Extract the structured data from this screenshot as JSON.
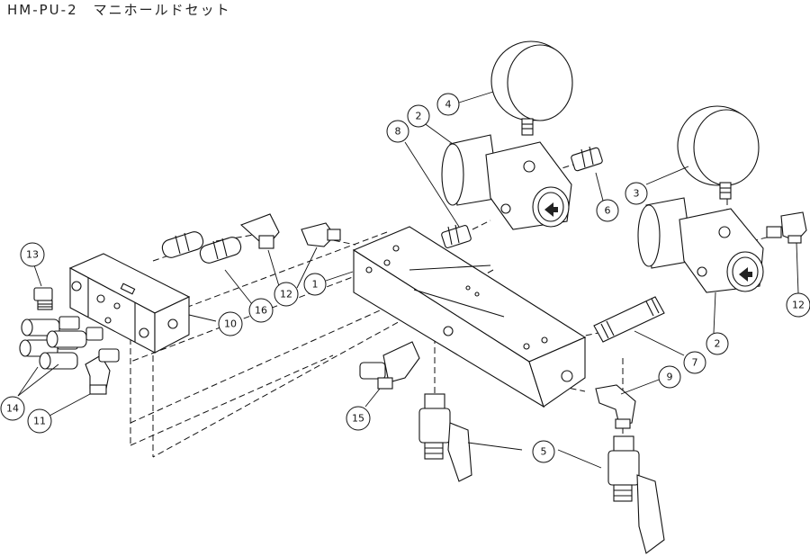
{
  "title": "HM-PU-2　マニホールドセット",
  "callouts": [
    {
      "id": "c1",
      "label": "1"
    },
    {
      "id": "c2a",
      "label": "2"
    },
    {
      "id": "c2b",
      "label": "2"
    },
    {
      "id": "c3",
      "label": "3"
    },
    {
      "id": "c4",
      "label": "4"
    },
    {
      "id": "c5",
      "label": "5"
    },
    {
      "id": "c6",
      "label": "6"
    },
    {
      "id": "c7",
      "label": "7"
    },
    {
      "id": "c8",
      "label": "8"
    },
    {
      "id": "c9",
      "label": "9"
    },
    {
      "id": "c10",
      "label": "10"
    },
    {
      "id": "c11",
      "label": "11"
    },
    {
      "id": "c12a",
      "label": "12"
    },
    {
      "id": "c12b",
      "label": "12"
    },
    {
      "id": "c13",
      "label": "13"
    },
    {
      "id": "c14",
      "label": "14"
    },
    {
      "id": "c15",
      "label": "15"
    },
    {
      "id": "c16",
      "label": "16"
    }
  ]
}
